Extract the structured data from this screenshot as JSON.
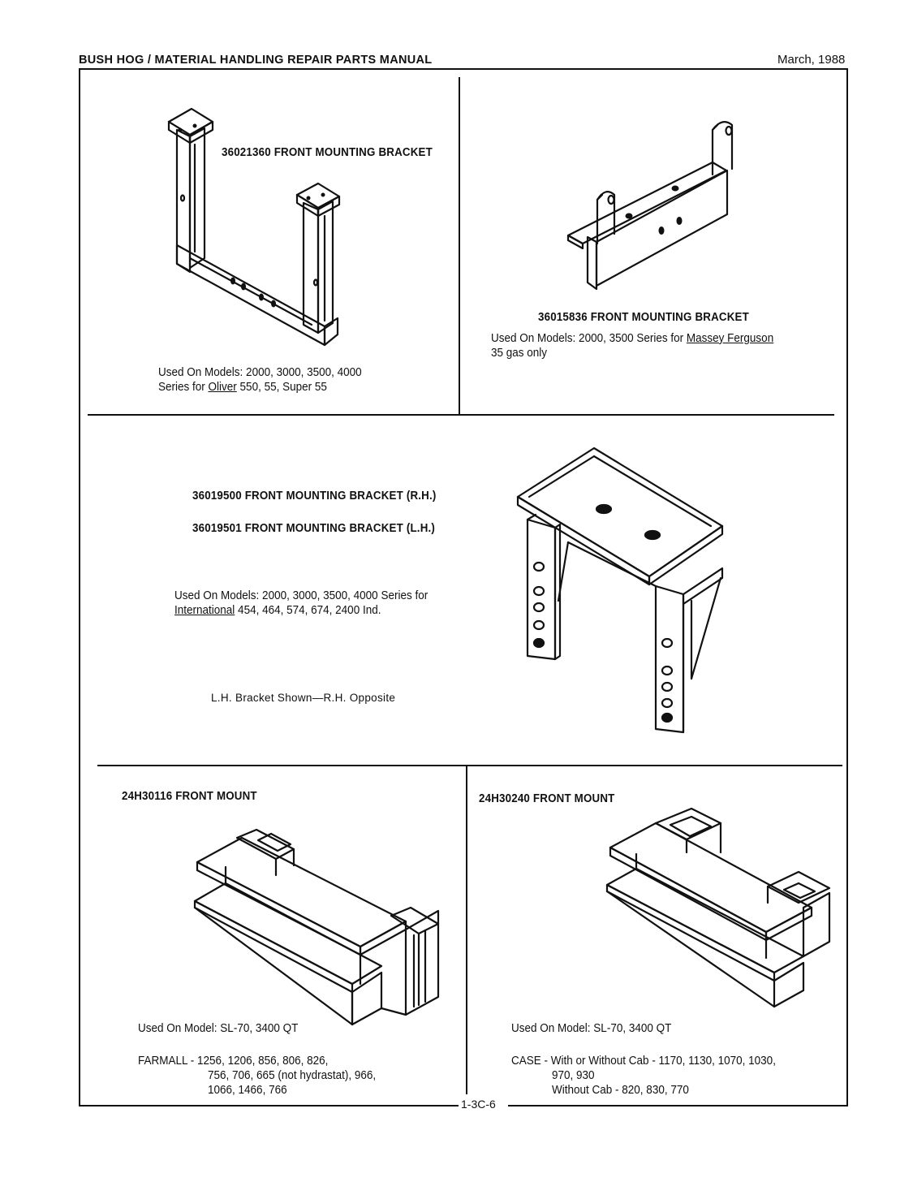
{
  "header": {
    "title": "BUSH HOG / MATERIAL HANDLING REPAIR PARTS MANUAL",
    "date": "March, 1988"
  },
  "panel1": {
    "title": "36021360 FRONT MOUNTING BRACKET",
    "used_label": "Used On Models:",
    "used_models": "2000, 3000, 3500, 4000",
    "series_prefix": "Series for",
    "brand": "Oliver",
    "series_suffix": "550, 55, Super 55"
  },
  "panel2": {
    "title": "36015836 FRONT MOUNTING BRACKET",
    "used_label": "Used On Models:",
    "used_models": "2000, 3500 Series for",
    "brand": "Massey Ferguson",
    "line2": "35 gas only"
  },
  "panel3": {
    "title_rh": "36019500 FRONT MOUNTING BRACKET (R.H.)",
    "title_lh": "36019501 FRONT MOUNTING BRACKET (L.H.)",
    "used_label": "Used On Models:",
    "used_models": "2000, 3000, 3500, 4000 Series for",
    "brand": "International",
    "models_suffix": "454, 464, 574, 674, 2400 Ind.",
    "caption": "L.H. Bracket Shown—R.H. Opposite"
  },
  "panel4": {
    "title": "24H30116 FRONT MOUNT",
    "used_label": "Used On Model:",
    "used_models": "SL-70, 3400 QT",
    "make": "FARMALL",
    "line1": "- 1256, 1206, 856, 806, 826,",
    "line2": "756, 706, 665 (not hydrastat), 966,",
    "line3": "1066, 1466, 766"
  },
  "panel5": {
    "title": "24H30240 FRONT MOUNT",
    "used_label": "Used On Model:",
    "used_models": "SL-70, 3400 QT",
    "make": "CASE",
    "line1": "- With or Without Cab - 1170, 1130, 1070, 1030,",
    "line2": "970, 930",
    "line3": "Without Cab - 820, 830, 770"
  },
  "footer": {
    "page_number": "1-3C-6"
  }
}
